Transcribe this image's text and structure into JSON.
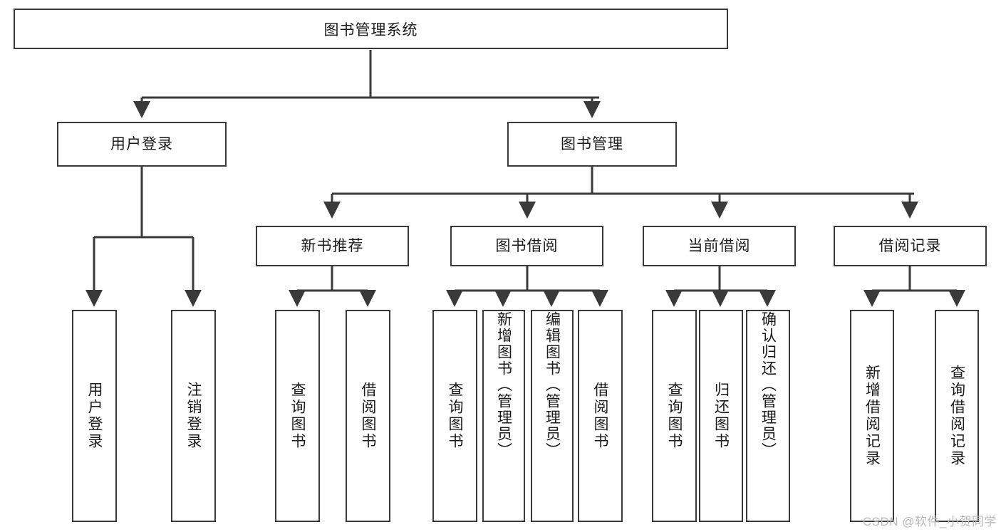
{
  "diagram": {
    "type": "tree-hierarchy",
    "title": "图书管理系统",
    "root": {
      "id": "root",
      "label": "图书管理系统"
    },
    "level2": [
      {
        "id": "user-login",
        "label": "用户登录"
      },
      {
        "id": "book-manage",
        "label": "图书管理"
      }
    ],
    "level3": [
      {
        "id": "new-book-recommend",
        "label": "新书推荐",
        "parent": "book-manage"
      },
      {
        "id": "book-borrow",
        "label": "图书借阅",
        "parent": "book-manage"
      },
      {
        "id": "current-borrow",
        "label": "当前借阅",
        "parent": "book-manage"
      },
      {
        "id": "borrow-record",
        "label": "借阅记录",
        "parent": "book-manage"
      }
    ],
    "leaves": [
      {
        "id": "leaf-user-login",
        "label": "用户登录",
        "parent": "user-login"
      },
      {
        "id": "leaf-logout-login",
        "label": "注销登录",
        "parent": "user-login"
      },
      {
        "id": "leaf-query-book-1",
        "label": "查询图书",
        "parent": "new-book-recommend"
      },
      {
        "id": "leaf-borrow-book-1",
        "label": "借阅图书",
        "parent": "new-book-recommend"
      },
      {
        "id": "leaf-query-book-2",
        "label": "查询图书",
        "parent": "book-borrow"
      },
      {
        "id": "leaf-add-book",
        "label": "新增图书（管理员）",
        "parent": "book-borrow"
      },
      {
        "id": "leaf-edit-book",
        "label": "编辑图书（管理员）",
        "parent": "book-borrow"
      },
      {
        "id": "leaf-borrow-book-2",
        "label": "借阅图书",
        "parent": "book-borrow"
      },
      {
        "id": "leaf-query-book-3",
        "label": "查询图书",
        "parent": "current-borrow"
      },
      {
        "id": "leaf-return-book",
        "label": "归还图书",
        "parent": "current-borrow"
      },
      {
        "id": "leaf-confirm-return",
        "label": "确认归还（管理员）",
        "parent": "current-borrow"
      },
      {
        "id": "leaf-add-record",
        "label": "新增借阅记录",
        "parent": "borrow-record"
      },
      {
        "id": "leaf-query-record",
        "label": "查询借阅记录",
        "parent": "borrow-record"
      }
    ],
    "colors": {
      "stroke": "#3a3a3a",
      "fill": "#ffffff",
      "text": "#1a1a1a",
      "watermark": "#b9b9b9"
    }
  },
  "watermark": {
    "text": "CSDN @软件_小贺同学"
  }
}
